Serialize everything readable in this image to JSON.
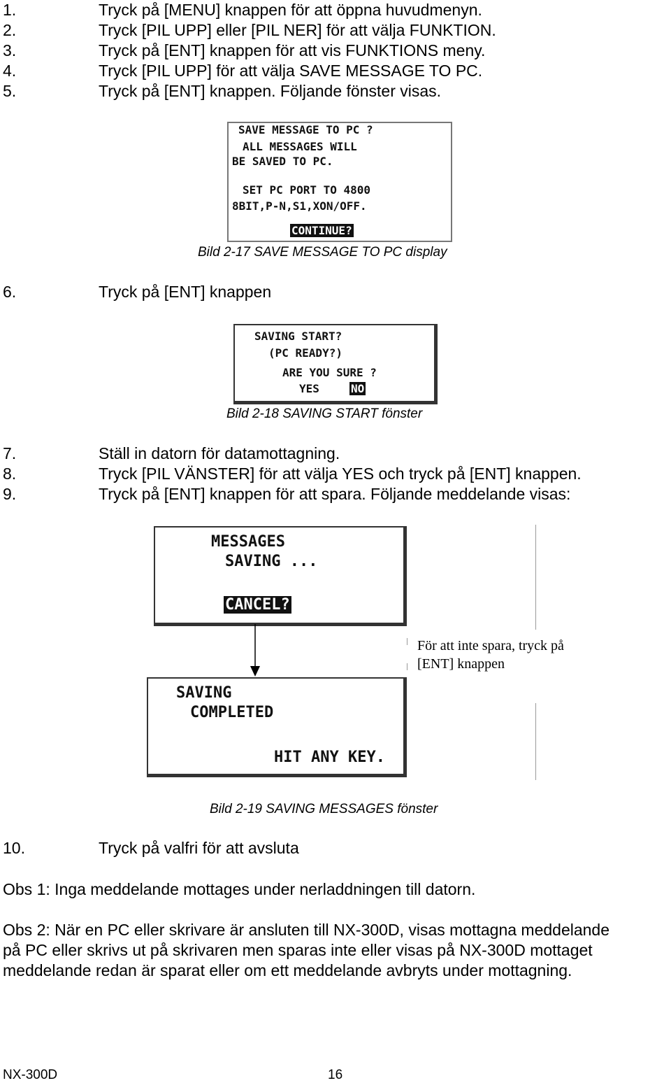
{
  "steps_top": [
    {
      "num": "1.",
      "text": "Tryck på [MENU] knappen för att öppna huvudmenyn."
    },
    {
      "num": "2.",
      "text": "Tryck [PIL UPP]  eller [PIL NER]  för att välja FUNKTION."
    },
    {
      "num": "3.",
      "text": "Tryck på [ENT]  knappen för att vis FUNKTIONS meny."
    },
    {
      "num": "4.",
      "text": "Tryck [PIL UPP]  för att välja SAVE MESSAGE TO PC."
    },
    {
      "num": "5.",
      "text": "Tryck på [ENT] knappen. Följande fönster visas."
    }
  ],
  "display1": {
    "lines": [
      "SAVE MESSAGE TO PC ?",
      "ALL MESSAGES WILL",
      "BE SAVED TO PC.",
      "SET PC PORT TO 4800",
      "8BIT,P-N,S1,XON/OFF."
    ],
    "button": "CONTINUE?",
    "caption": "Bild 2-17 SAVE MESSAGE TO PC display"
  },
  "step6": {
    "num": "6.",
    "text": "Tryck på [ENT] knappen"
  },
  "display2": {
    "lines": [
      "SAVING START?",
      "(PC READY?)",
      "ARE YOU SURE ?"
    ],
    "yes": "YES",
    "no": "NO",
    "caption": "Bild 2-18 SAVING START fönster"
  },
  "steps_mid": [
    {
      "num": "7.",
      "text": "Ställ in datorn för datamottagning."
    },
    {
      "num": "8.",
      "text": "Tryck [PIL VÄNSTER]  för att välja YES och tryck på [ENT] knappen."
    },
    {
      "num": "9.",
      "text": "Tryck på [ENT] knappen för att spara. Följande meddelande visas:"
    }
  ],
  "display3": {
    "lines": [
      "MESSAGES",
      "SAVING ..."
    ],
    "button": "CANCEL?"
  },
  "note": {
    "line1": "För att inte spara, tryck på",
    "line2": "[ENT] knappen"
  },
  "display4": {
    "lines": [
      "SAVING",
      "COMPLETED"
    ],
    "footer": "HIT ANY KEY."
  },
  "caption3": "Bild 2-19 SAVING MESSAGES fönster",
  "step10": {
    "num": "10.",
    "text": "Tryck på valfri för att avsluta"
  },
  "obs1": "Obs 1: Inga meddelande mottages under nerladdningen till datorn.",
  "obs2_lines": [
    "Obs 2: När en PC eller skrivare är ansluten till NX-300D, visas mottagna meddelande",
    "på PC eller skrivs ut på skrivaren men sparas inte eller visas på NX-300D mottaget",
    "meddelande redan är sparat eller om ett meddelande avbryts under mottagning."
  ],
  "footer": {
    "model": "NX-300D",
    "page": "16"
  }
}
